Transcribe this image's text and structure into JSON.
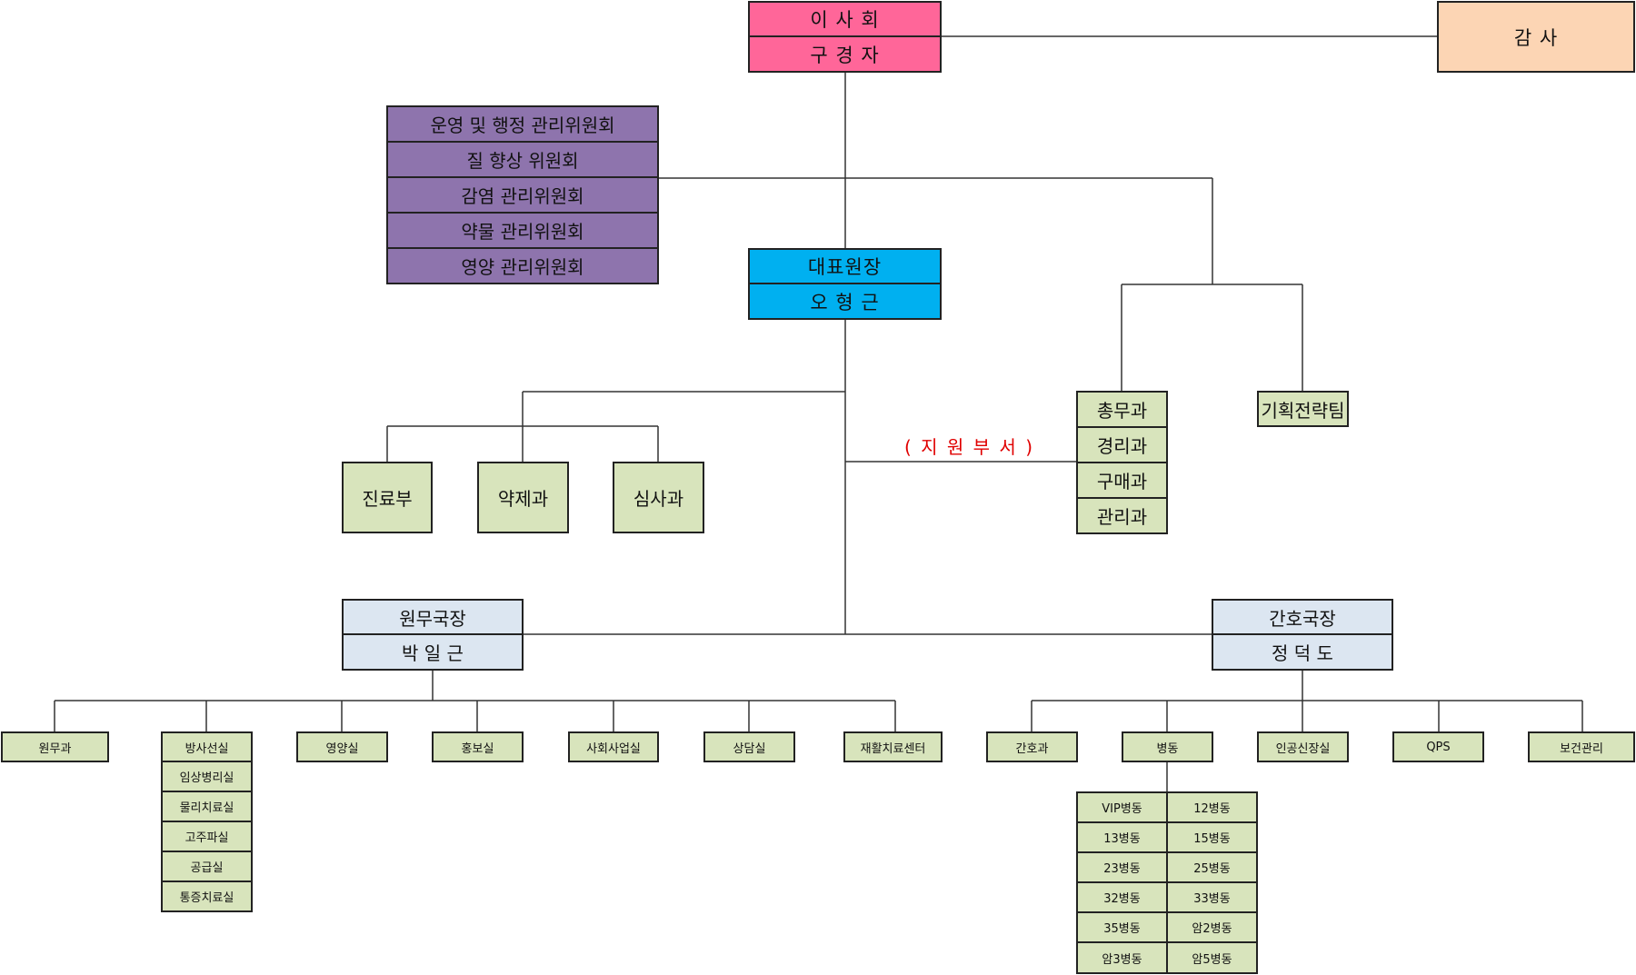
{
  "board": {
    "title": "이 사 회",
    "name": "구 경 자"
  },
  "audit": "감 사",
  "committees": [
    "운영 및 행정 관리위원회",
    "질 향상 위원회",
    "감염 관리위원회",
    "약물 관리위원회",
    "영양 관리위원회"
  ],
  "director": {
    "title": "대표원장",
    "name": "오 형 근"
  },
  "medical_depts": [
    "진료부",
    "약제과",
    "심사과"
  ],
  "support_label": "( 지 원 부 서 )",
  "support_depts": [
    "총무과",
    "경리과",
    "구매과",
    "관리과"
  ],
  "planning_team": "기획전략팀",
  "admin_head": {
    "title": "원무국장",
    "name": "박 일 근"
  },
  "nursing_head": {
    "title": "간호국장",
    "name": "정 덕 도"
  },
  "admin_units": {
    "wonmu": "원무과",
    "radiology": [
      "방사선실",
      "임상병리실",
      "물리치료실",
      "고주파실",
      "공급실",
      "통증치료실"
    ],
    "nutrition": "영양실",
    "pr": "홍보실",
    "social": "사회사업실",
    "counsel": "상담실",
    "rehab": "재활치료센터"
  },
  "nursing_units": {
    "nursing": "간호과",
    "wards": "병동",
    "dialysis": "인공신장실",
    "qps": "QPS",
    "health": "보건관리"
  },
  "ward_list": [
    "VIP병동",
    "12병동",
    "13병동",
    "15병동",
    "23병동",
    "25병동",
    "32병동",
    "33병동",
    "35병동",
    "암2병동",
    "암3병동",
    "암5병동"
  ]
}
